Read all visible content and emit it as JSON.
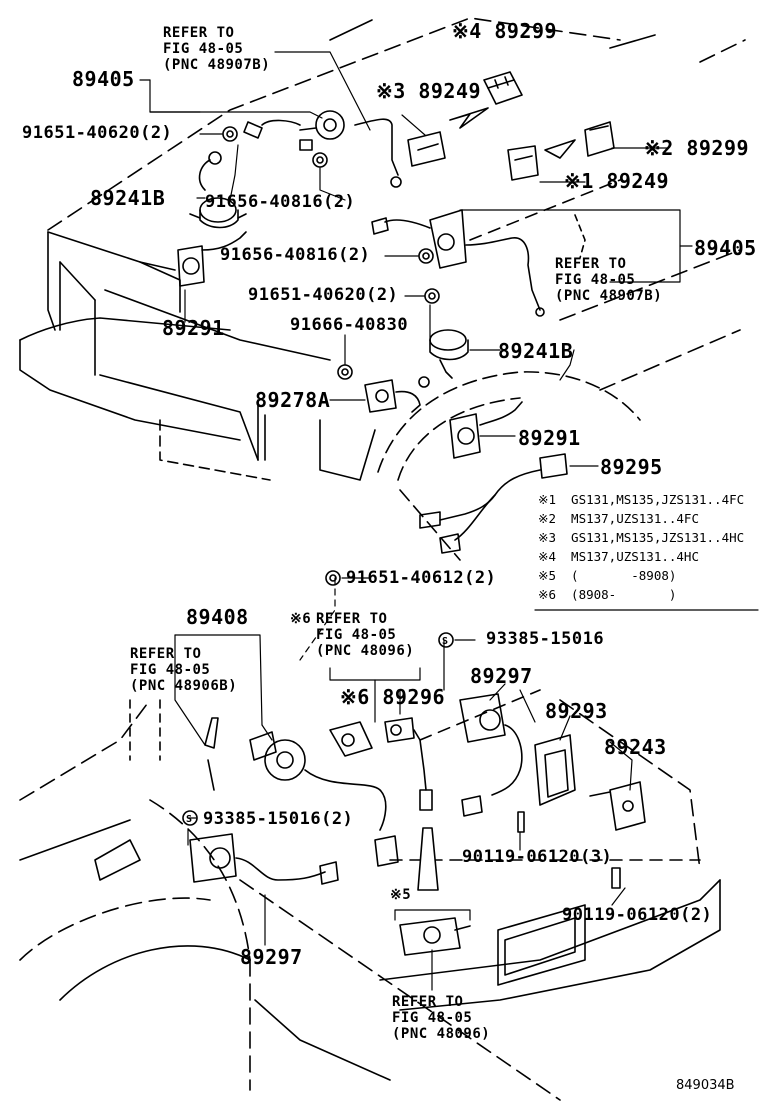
{
  "labels": {
    "part_89299_a": "※4 89299",
    "part_89405_a": "89405",
    "ref_a": "REFER TO\nFIG 48-05\n(PNC 48907B)",
    "part_89249_a": "※3 89249",
    "bolt_91651_a": "91651-40620(2)",
    "part_89299_b": "※2 89299",
    "part_89249_b": "※1 89249",
    "part_89241b_a": "89241B",
    "nut_91656_a": "91656-40816(2)",
    "nut_91656_b": "91656-40816(2)",
    "part_89405_b": "89405",
    "ref_b": "REFER TO\nFIG 48-05\n(PNC 48907B)",
    "bolt_91651_b": "91651-40620(2)",
    "part_89291_a": "89291",
    "nut_91666": "91666-40830",
    "part_89241b_b": "89241B",
    "part_89278a": "89278A",
    "part_89291_b": "89291",
    "part_89295": "89295",
    "bolt_91651_c": "91651-40612(2)",
    "part_89408": "89408",
    "ref_c_mark": "※6",
    "ref_c": "REFER TO\nFIG 48-05\n(PNC 48096)",
    "screw_93385_a": "93385-15016",
    "ref_d": "REFER TO\nFIG 48-05\n(PNC 48906B)",
    "part_89297_a": "89297",
    "part_89296": "※6 89296",
    "part_89293": "89293",
    "part_89243": "89243",
    "screw_93385_b": "93385-15016(2)",
    "bolt_90119_a": "90119-06120(3)",
    "mark_5": "※5",
    "bolt_90119_b": "90119-06120(2)",
    "part_89297_b": "89297",
    "ref_e": "REFER TO\nFIG 48-05\n(PNC 48096)",
    "diagram_code": "849034B"
  },
  "notes": [
    "※1  GS131,MS135,JZS131..4FC",
    "※2  MS137,UZS131..4FC",
    "※3  GS131,MS135,JZS131..4HC",
    "※4  MS137,UZS131..4HC",
    "※5  (       -8908)",
    "※6  (8908-       )"
  ]
}
